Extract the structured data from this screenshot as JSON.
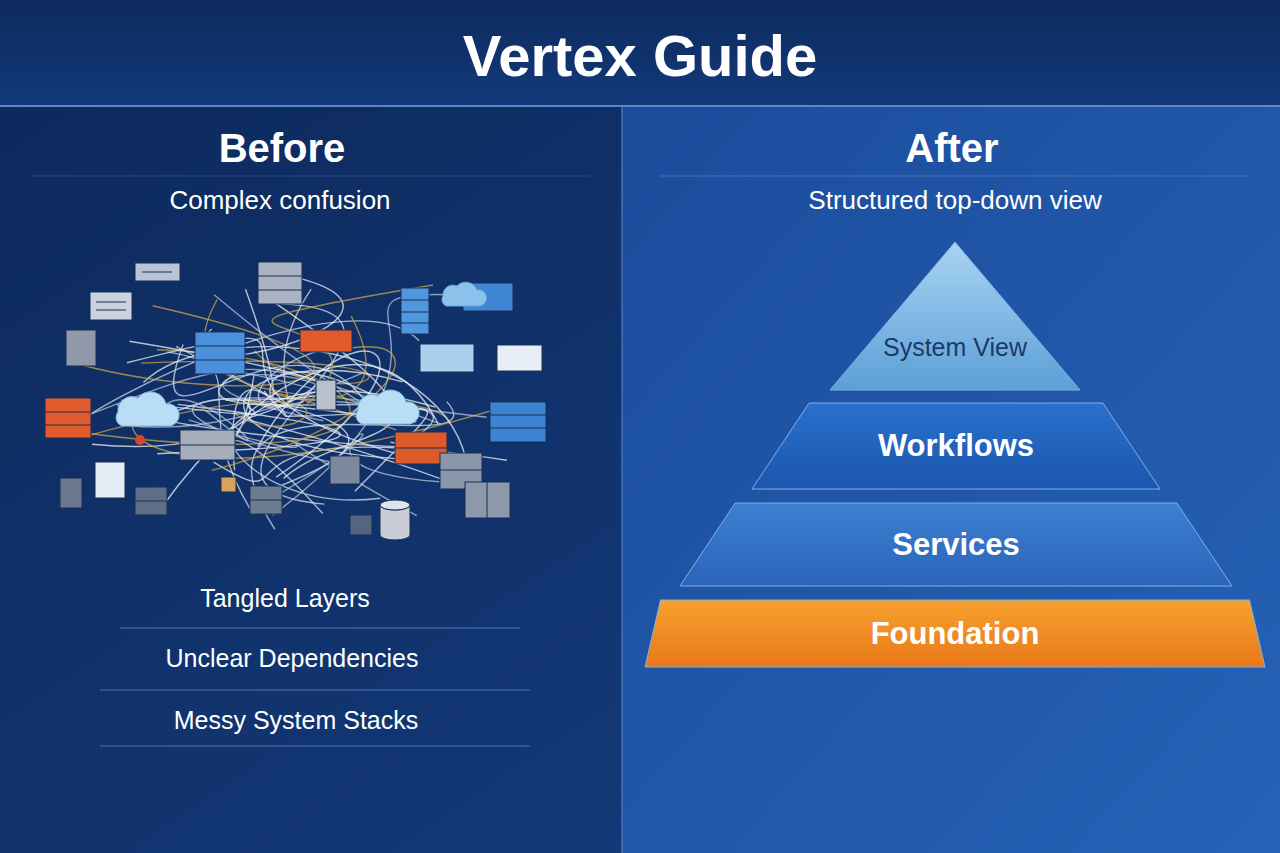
{
  "diagram": {
    "title": "Vertex Guide",
    "nodes": [
      {
        "text": [
          "System View"
        ]
      },
      {
        "text": [
          "Workflows"
        ]
      },
      {
        "text": [
          "Services"
        ]
      },
      {
        "text": [
          "Foundation"
        ]
      }
    ],
    "labels": [
      "Before",
      "Complex confusion",
      "Tangled Layers",
      "Unclear Dependencies",
      "Messy System Stacks",
      "After",
      "Structured top-down view"
    ]
  }
}
